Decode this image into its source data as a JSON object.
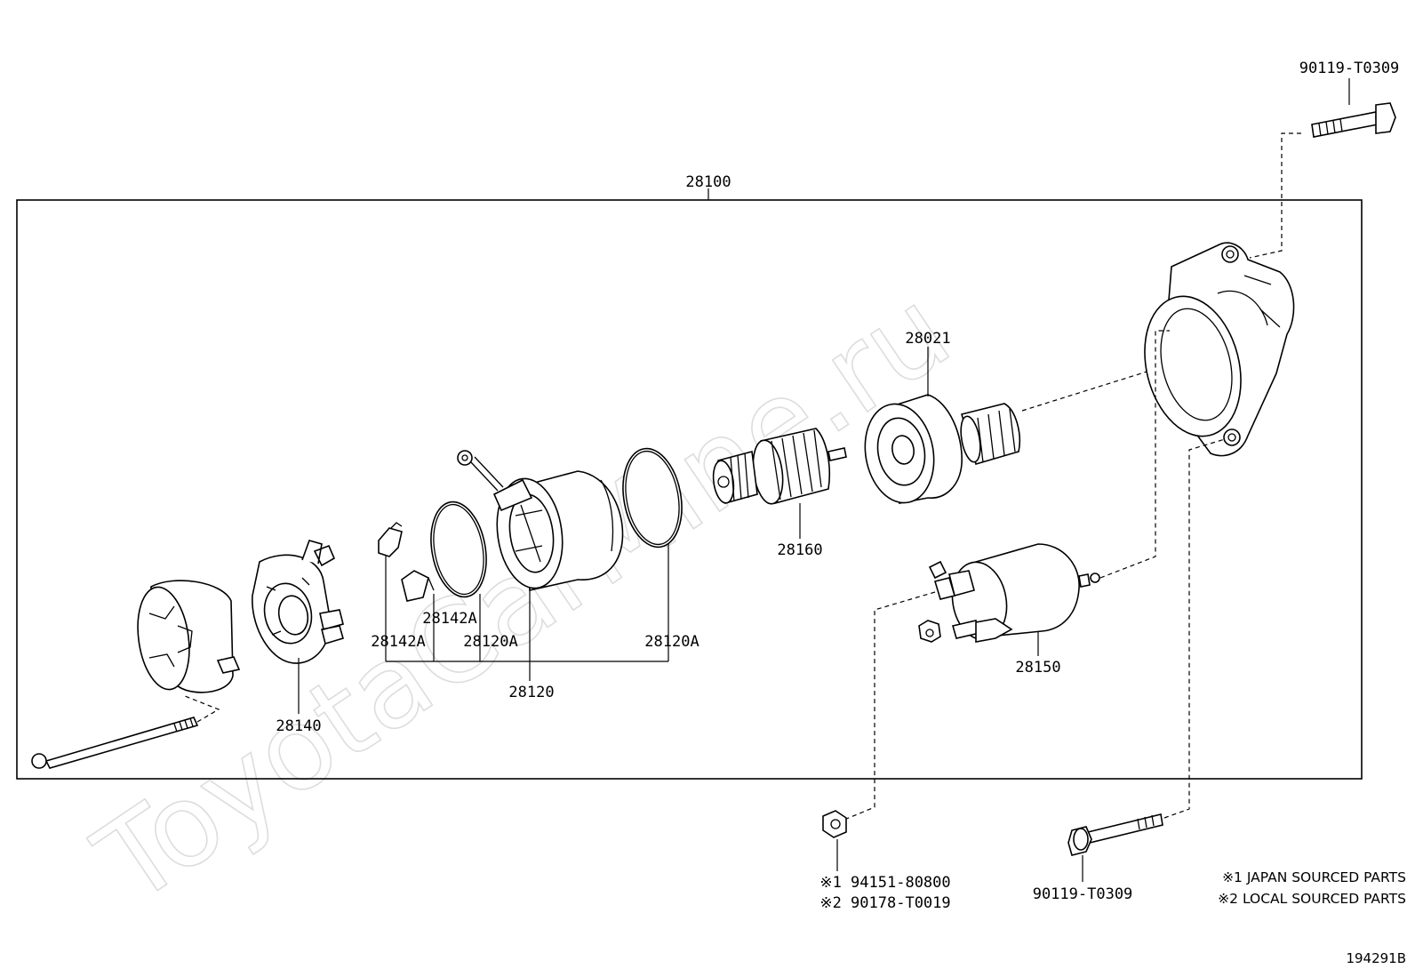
{
  "watermark": "ToyotaCarMine.ru",
  "assembly": {
    "part_no": "28100"
  },
  "labels": {
    "p28140": "28140",
    "p28142a_1": "28142A",
    "p28142a_2": "28142A",
    "p28120a_1": "28120A",
    "p28120a_2": "28120A",
    "p28120": "28120",
    "p28160": "28160",
    "p28021": "28021",
    "p28150": "28150",
    "bolt_top": "90119-T0309",
    "bolt_bottom": "90119-T0309",
    "nut_1": "※1 94151-80800",
    "nut_2": "※2 90178-T0019"
  },
  "legend": {
    "japan": "※1 JAPAN SOURCED PARTS",
    "local": "※2 LOCAL SOURCED PARTS"
  },
  "diagram_code": "194291B"
}
